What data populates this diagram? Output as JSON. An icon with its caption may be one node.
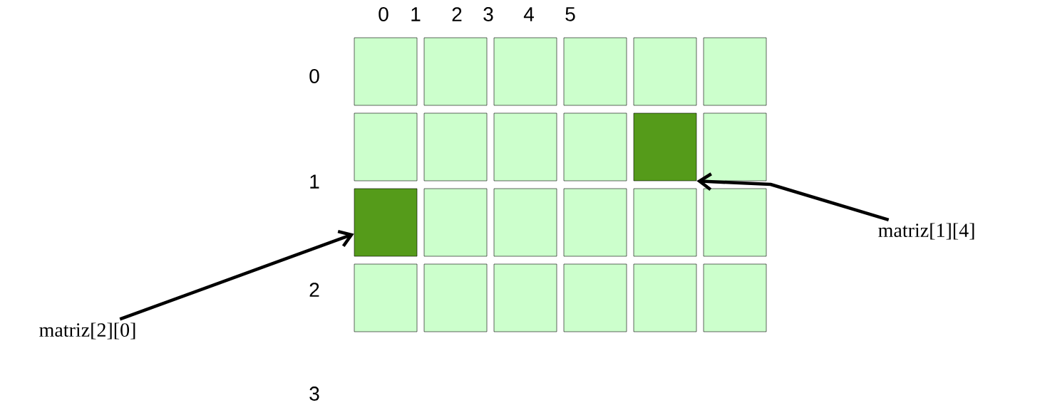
{
  "diagram": {
    "nodes": [
      {
        "text": [],
        "shape": "box"
      },
      {
        "text": [],
        "shape": "box"
      },
      {
        "text": [],
        "shape": "box"
      },
      {
        "text": [],
        "shape": "box"
      },
      {
        "text": [],
        "shape": "box"
      },
      {
        "text": [],
        "shape": "box"
      },
      {
        "text": [],
        "shape": "box"
      },
      {
        "text": [],
        "shape": "box"
      },
      {
        "text": [],
        "shape": "box"
      },
      {
        "text": [],
        "shape": "box"
      },
      {
        "text": [],
        "shape": "box"
      },
      {
        "text": [],
        "shape": "box"
      },
      {
        "text": [],
        "shape": "box"
      },
      {
        "text": [],
        "shape": "box"
      },
      {
        "text": [],
        "shape": "box"
      },
      {
        "text": [],
        "shape": "box"
      },
      {
        "text": [],
        "shape": "box"
      },
      {
        "text": [],
        "shape": "box"
      },
      {
        "text": [],
        "shape": "box"
      },
      {
        "text": [],
        "shape": "box"
      },
      {
        "text": [],
        "shape": "box"
      },
      {
        "text": [],
        "shape": "box"
      },
      {
        "text": [],
        "shape": "box"
      },
      {
        "text": [],
        "shape": "box"
      },
      {
        "text": [
          "matriz[1][4]"
        ]
      },
      {
        "text": [
          "matriz[2][0]"
        ]
      }
    ],
    "edges": [
      {
        "from": 24,
        "to": 10,
        "arrow": "to"
      },
      {
        "from": 25,
        "to": 12,
        "arrow": "to"
      }
    ],
    "labels": [
      "0",
      "1",
      "2",
      "3",
      "4",
      "5",
      "0",
      "1",
      "2",
      "3"
    ]
  }
}
